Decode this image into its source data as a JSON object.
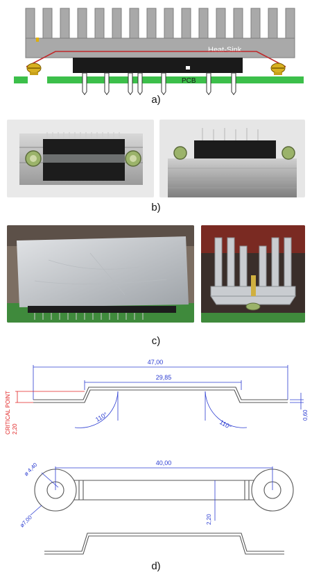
{
  "figure": {
    "panel_a": {
      "caption": "a)",
      "heatsink_label": "Heat-Sink",
      "pcb_label": "PCB"
    },
    "panel_b": {
      "caption": "b)"
    },
    "panel_c": {
      "caption": "c)"
    },
    "panel_d": {
      "caption": "d)",
      "dim_47": "47,00",
      "dim_2985": "29,85",
      "angle_left": "110°",
      "angle_right": "110°",
      "critical_point": "CRITICAL POINT",
      "dim_220_left": "2,20",
      "dim_060": "0,60",
      "dim_40": "40,00",
      "dim_440": "ø 4,40",
      "dim_700": "ø7,00",
      "dim_220_mid": "2,20"
    }
  },
  "colors": {
    "heatsink": "#a9a9a9",
    "pcb": "#3cbf4a",
    "chip": "#1a1a1a",
    "dimension_blue": "#2a3bd1",
    "critical_red": "#e02020",
    "clip_red": "#c0282a",
    "screw_gold": "#d8b020"
  }
}
